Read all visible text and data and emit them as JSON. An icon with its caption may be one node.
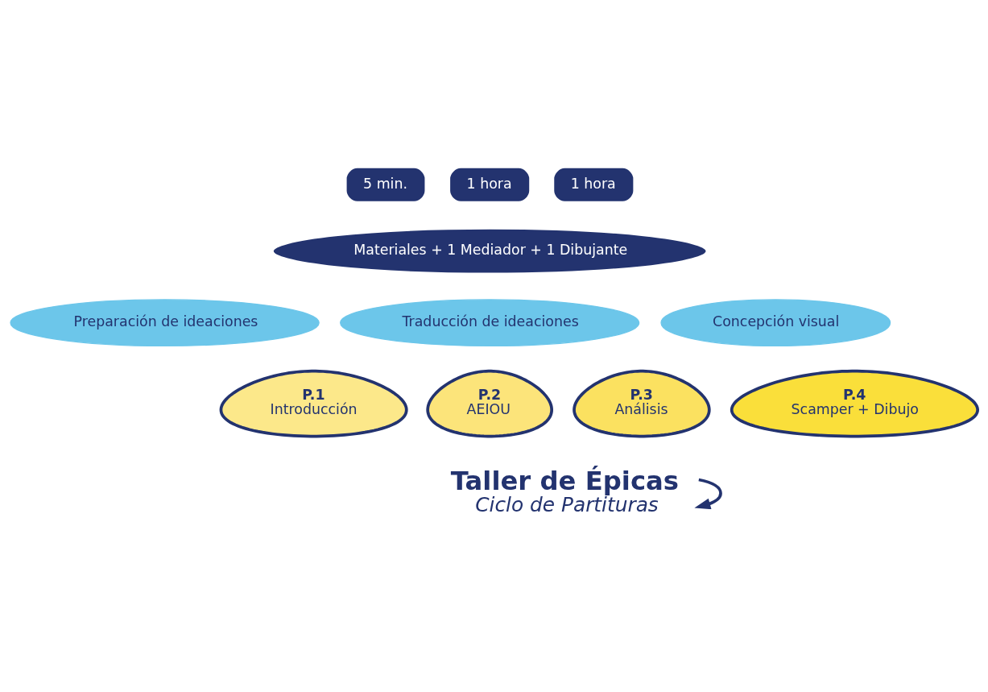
{
  "diagram": {
    "nodes": [
      {
        "text": [
          "5 min."
        ]
      },
      {
        "text": [
          "1 hora"
        ]
      },
      {
        "text": [
          "1 hora"
        ]
      },
      {
        "text": [
          "Materiales + 1 Mediador + 1 Dibujante"
        ]
      },
      {
        "text": [
          "Preparación de ideaciones"
        ]
      },
      {
        "text": [
          "Traducción de ideaciones"
        ]
      },
      {
        "text": [
          "Concepción visual"
        ]
      },
      {
        "text": [
          "P.1",
          "Introducción"
        ]
      },
      {
        "text": [
          "P.2",
          "AEIOU"
        ]
      },
      {
        "text": [
          "P.3",
          "Análisis"
        ]
      },
      {
        "text": [
          "P.4",
          "Scamper + Dibujo"
        ]
      },
      {
        "text": [
          "Taller de Épicas",
          "Ciclo de Partituras"
        ]
      }
    ],
    "edges": [
      {
        "from": 11,
        "to": 11,
        "arrow": "to"
      }
    ]
  }
}
